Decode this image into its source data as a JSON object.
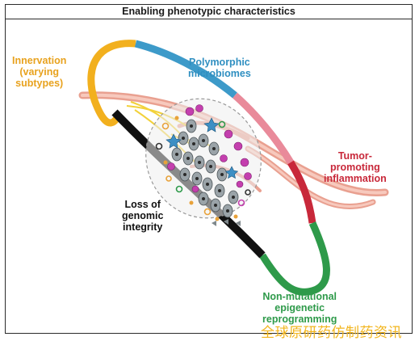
{
  "title": "Enabling phenotypic characteristics",
  "labels": {
    "innervation": [
      "Innervation",
      "(varying",
      "subtypes)"
    ],
    "microbiomes": [
      "Polymorphic",
      "microbiomes"
    ],
    "inflammation": [
      "Tumor-",
      "promoting",
      "inflammation"
    ],
    "genomic": [
      "Loss of",
      "genomic",
      "integrity"
    ],
    "epigenetic": [
      "Non-mutational",
      "epigenetic",
      "reprogramming"
    ]
  },
  "colors": {
    "innervation": "#f2b01e",
    "microbiomes": "#3d9ac9",
    "inflammation": "#c8283a",
    "genomic": "#111111",
    "epigenetic": "#2e9a4a",
    "tumor_vessel": "#e9a090"
  },
  "watermark": "全球原研药仿制药资讯"
}
